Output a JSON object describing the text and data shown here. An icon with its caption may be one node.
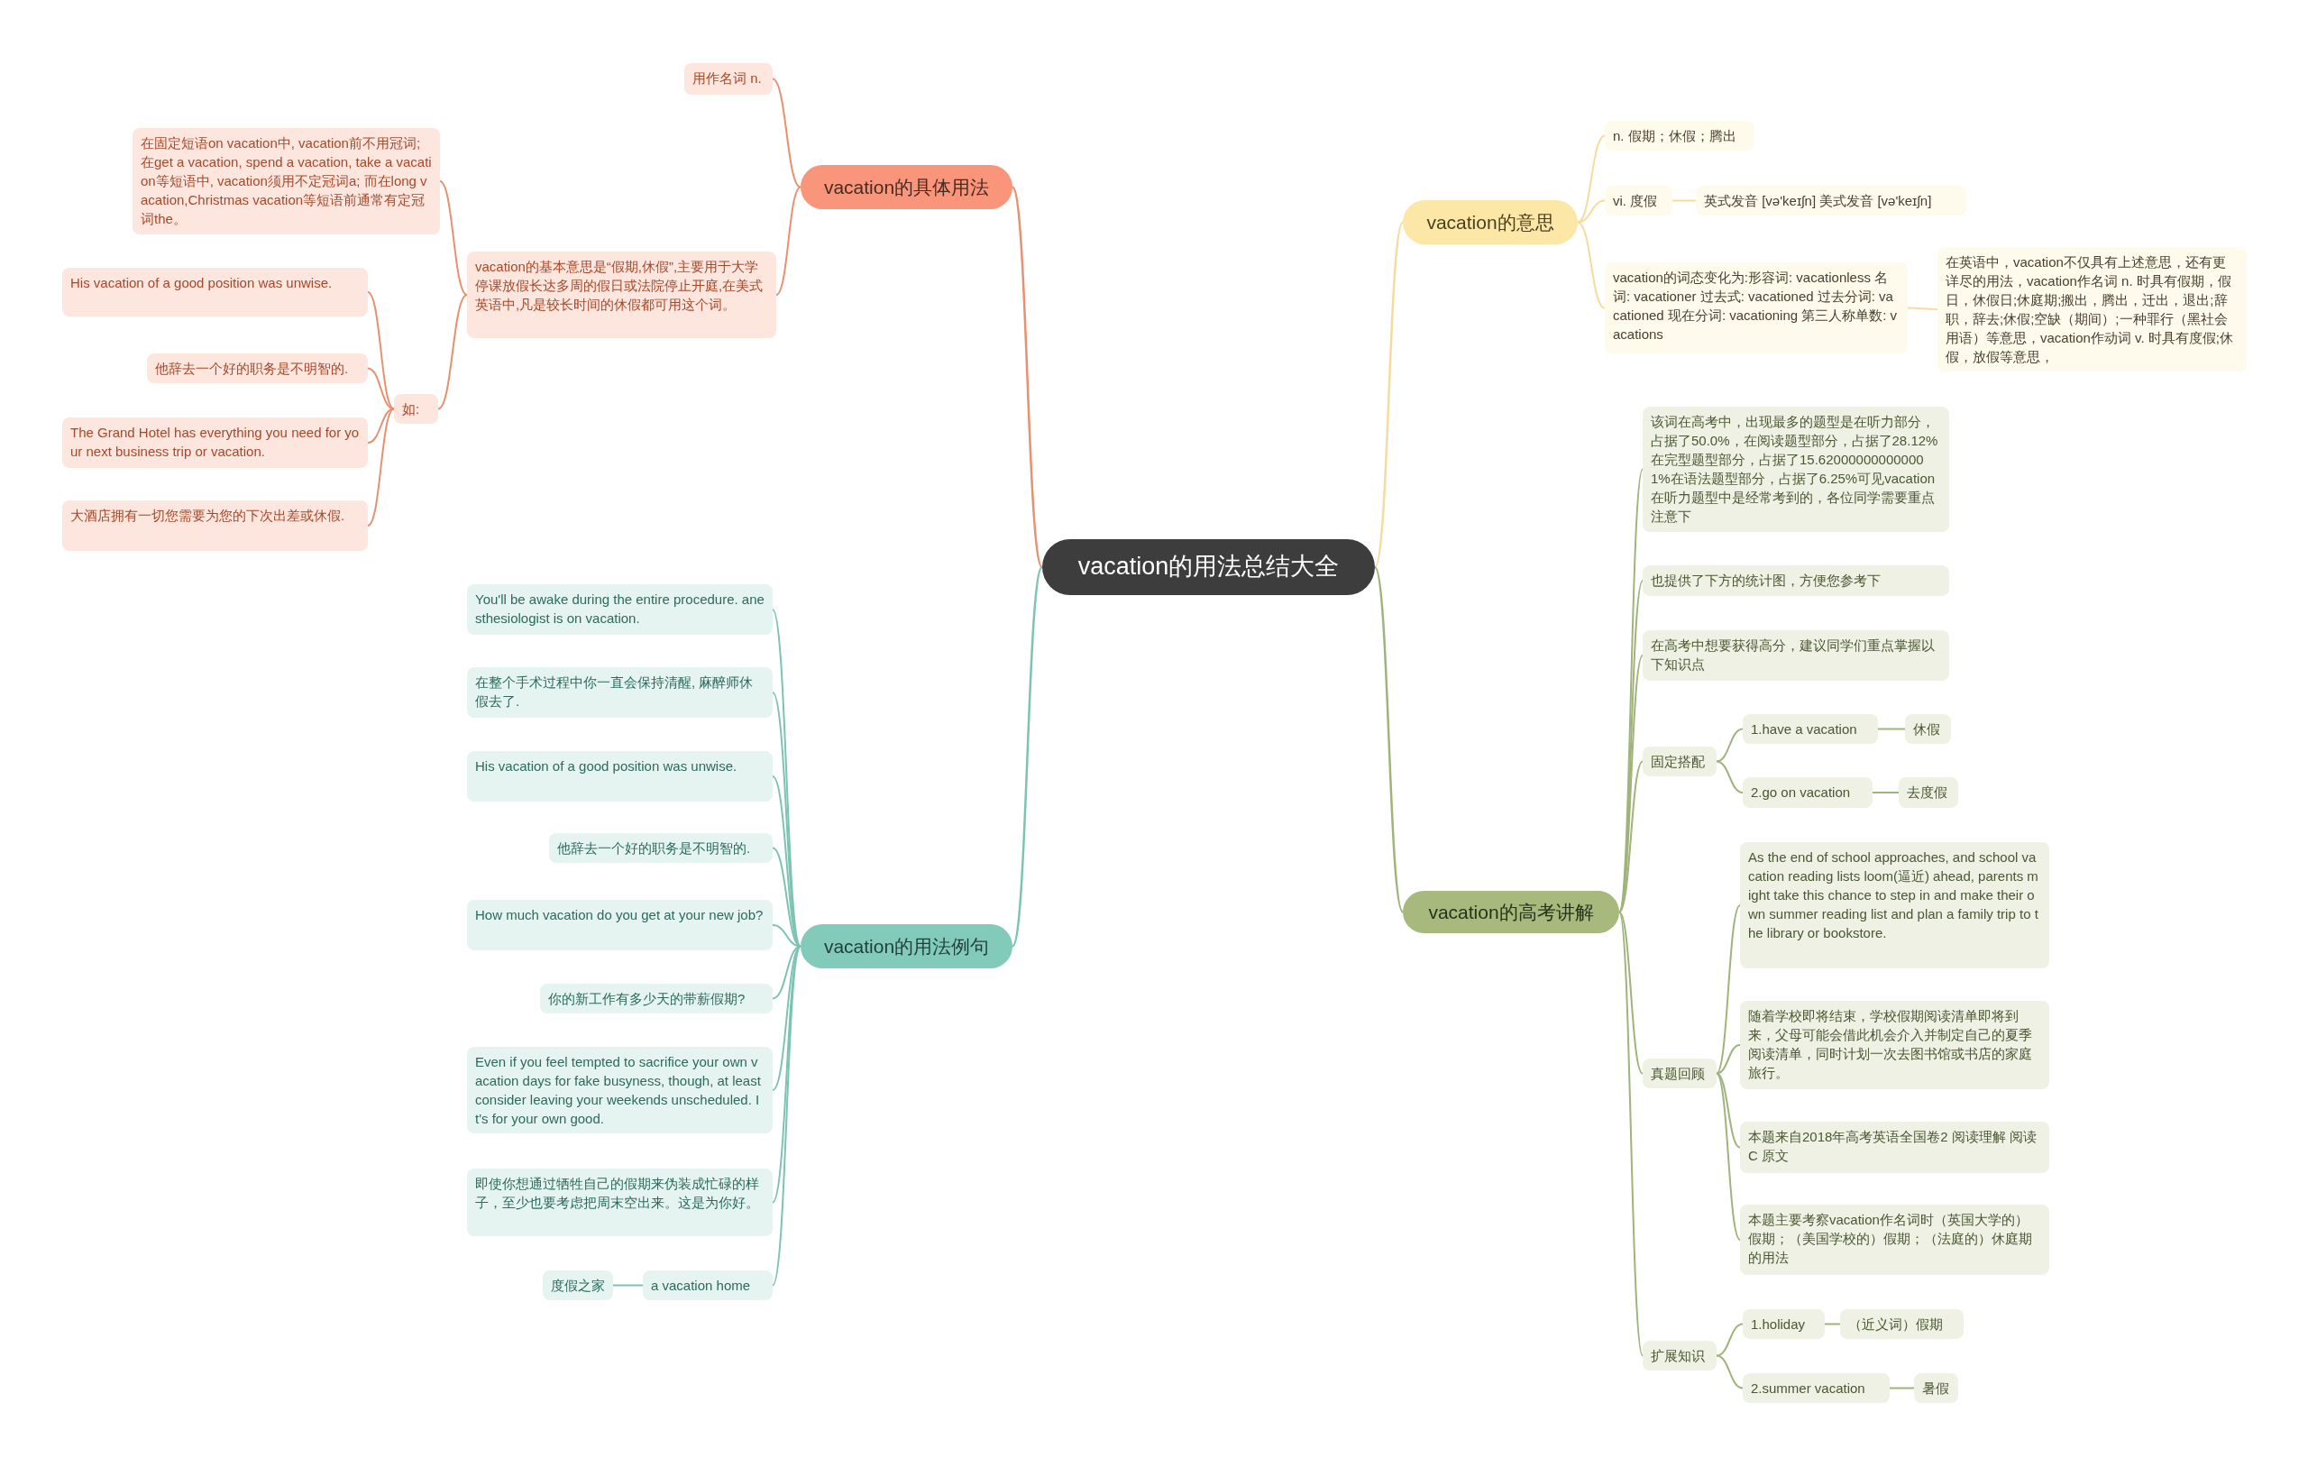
{
  "diagram": {
    "nodes": [
      {
        "text": [
          "vacation的用法总结大全"
        ]
      },
      {
        "text": [
          "vacation的具体用法"
        ]
      },
      {
        "text": [
          "用作名词 n."
        ]
      },
      {
        "text": [
          "vacation的基本意思是“假期,休假”,主要用于大学停课放假长达多周的假日或法院停止开庭,在美式英语中,凡是较长时间的休假都可用这个词。"
        ]
      },
      {
        "text": [
          "在固定短语on vacation中, vacation前不用冠词; 在get a vacation, spend a vacation, take a vacation等短语中, vacation须用不定冠词a; 而在long vacation,Christmas vacation等短语前通常有定冠词the。"
        ]
      },
      {
        "text": [
          "如:"
        ]
      },
      {
        "text": [
          "His vacation of a good position was unwise."
        ]
      },
      {
        "text": [
          "他辞去一个好的职务是不明智的."
        ]
      },
      {
        "text": [
          "The Grand Hotel has everything you need for your next business trip or vacation."
        ]
      },
      {
        "text": [
          "大酒店拥有一切您需要为您的下次出差或休假."
        ]
      },
      {
        "text": [
          "vacation的意思"
        ]
      },
      {
        "text": [
          "n. 假期；休假；腾出"
        ]
      },
      {
        "text": [
          "vi. 度假"
        ]
      },
      {
        "text": [
          "英式发音 [və'keɪʃn] 美式发音 [və'keɪʃn]"
        ]
      },
      {
        "text": [
          "vacation的词态变化为:形容词: vacationless 名词: vacationer 过去式: vacationed 过去分词: vacationed 现在分词: vacationing 第三人称单数: vacations"
        ]
      },
      {
        "text": [
          "在英语中，vacation不仅具有上述意思，还有更详尽的用法，vacation作名词 n. 时具有假期，假日，休假日;休庭期;搬出，腾出，迁出，退出;辞职，辞去;休假;空缺（期间）;一种罪行（黑社会用语）等意思，vacation作动词 v. 时具有度假;休假，放假等意思，"
        ]
      },
      {
        "text": [
          "vacation的高考讲解"
        ]
      },
      {
        "text": [
          "该词在高考中，出现最多的题型是在听力部分，占据了50.0%，在阅读题型部分，占据了28.12%在完型题型部分，占据了15.620000000000001%在语法题型部分，占据了6.25%可见vacation在听力题型中是经常考到的，各位同学需要重点注意下"
        ]
      },
      {
        "text": [
          "也提供了下方的统计图，方便您参考下"
        ]
      },
      {
        "text": [
          "在高考中想要获得高分，建议同学们重点掌握以下知识点"
        ]
      },
      {
        "text": [
          "固定搭配"
        ]
      },
      {
        "text": [
          "1.have a vacation"
        ]
      },
      {
        "text": [
          "休假"
        ]
      },
      {
        "text": [
          "2.go on vacation"
        ]
      },
      {
        "text": [
          "去度假"
        ]
      },
      {
        "text": [
          "真题回顾"
        ]
      },
      {
        "text": [
          "As the end of school approaches, and school vacation reading lists loom(逼近) ahead, parents might take this chance to step in and make their own summer reading list and plan a family trip to the library or bookstore."
        ]
      },
      {
        "text": [
          "随着学校即将结束，学校假期阅读清单即将到来，父母可能会借此机会介入并制定自己的夏季阅读清单，同时计划一次去图书馆或书店的家庭旅行。"
        ]
      },
      {
        "text": [
          "本题来自2018年高考英语全国卷2 阅读理解 阅读C 原文"
        ]
      },
      {
        "text": [
          "本题主要考察vacation作名词时（英国大学的）假期；（美国学校的）假期；（法庭的）休庭期的用法"
        ]
      },
      {
        "text": [
          "扩展知识"
        ]
      },
      {
        "text": [
          "1.holiday"
        ]
      },
      {
        "text": [
          "（近义词）假期"
        ]
      },
      {
        "text": [
          "2.summer vacation"
        ]
      },
      {
        "text": [
          "暑假"
        ]
      },
      {
        "text": [
          "vacation的用法例句"
        ]
      },
      {
        "text": [
          "You'll be awake during the entire procedure. anesthesiologist is on vacation."
        ]
      },
      {
        "text": [
          "在整个手术过程中你一直会保持清醒, 麻醉师休假去了."
        ]
      },
      {
        "text": [
          "His vacation of a good position was unwise."
        ]
      },
      {
        "text": [
          "他辞去一个好的职务是不明智的."
        ]
      },
      {
        "text": [
          "How much vacation do you get at your new job?"
        ]
      },
      {
        "text": [
          "你的新工作有多少天的带薪假期?"
        ]
      },
      {
        "text": [
          "Even if you feel tempted to sacrifice your own vacation days for fake busyness, though, at least consider leaving your weekends unscheduled. It's for your own good."
        ]
      },
      {
        "text": [
          "即使你想通过牺牲自己的假期来伪装成忙碌的样子，至少也要考虑把周末空出来。这是为你好。"
        ]
      },
      {
        "text": [
          "a vacation home"
        ]
      },
      {
        "text": [
          "度假之家"
        ]
      }
    ],
    "edges": [
      {
        "from": 0,
        "to": 1,
        "arrow": "none"
      },
      {
        "from": 0,
        "to": 10,
        "arrow": "none"
      },
      {
        "from": 0,
        "to": 16,
        "arrow": "none"
      },
      {
        "from": 0,
        "to": 35,
        "arrow": "none"
      },
      {
        "from": 1,
        "to": 2,
        "arrow": "none"
      },
      {
        "from": 1,
        "to": 3,
        "arrow": "none"
      },
      {
        "from": 3,
        "to": 4,
        "arrow": "none"
      },
      {
        "from": 3,
        "to": 5,
        "arrow": "none"
      },
      {
        "from": 5,
        "to": 6,
        "arrow": "none"
      },
      {
        "from": 5,
        "to": 7,
        "arrow": "none"
      },
      {
        "from": 5,
        "to": 8,
        "arrow": "none"
      },
      {
        "from": 5,
        "to": 9,
        "arrow": "none"
      },
      {
        "from": 10,
        "to": 11,
        "arrow": "none"
      },
      {
        "from": 10,
        "to": 12,
        "arrow": "none"
      },
      {
        "from": 10,
        "to": 14,
        "arrow": "none"
      },
      {
        "from": 12,
        "to": 13,
        "arrow": "none"
      },
      {
        "from": 14,
        "to": 15,
        "arrow": "none"
      },
      {
        "from": 16,
        "to": 17,
        "arrow": "none"
      },
      {
        "from": 16,
        "to": 18,
        "arrow": "none"
      },
      {
        "from": 16,
        "to": 19,
        "arrow": "none"
      },
      {
        "from": 16,
        "to": 20,
        "arrow": "none"
      },
      {
        "from": 16,
        "to": 25,
        "arrow": "none"
      },
      {
        "from": 16,
        "to": 30,
        "arrow": "none"
      },
      {
        "from": 20,
        "to": 21,
        "arrow": "none"
      },
      {
        "from": 20,
        "to": 23,
        "arrow": "none"
      },
      {
        "from": 21,
        "to": 22,
        "arrow": "none"
      },
      {
        "from": 23,
        "to": 24,
        "arrow": "none"
      },
      {
        "from": 25,
        "to": 26,
        "arrow": "none"
      },
      {
        "from": 25,
        "to": 27,
        "arrow": "none"
      },
      {
        "from": 25,
        "to": 28,
        "arrow": "none"
      },
      {
        "from": 25,
        "to": 29,
        "arrow": "none"
      },
      {
        "from": 30,
        "to": 31,
        "arrow": "none"
      },
      {
        "from": 30,
        "to": 33,
        "arrow": "none"
      },
      {
        "from": 31,
        "to": 32,
        "arrow": "none"
      },
      {
        "from": 33,
        "to": 34,
        "arrow": "none"
      },
      {
        "from": 35,
        "to": 36,
        "arrow": "none"
      },
      {
        "from": 35,
        "to": 37,
        "arrow": "none"
      },
      {
        "from": 35,
        "to": 38,
        "arrow": "none"
      },
      {
        "from": 35,
        "to": 39,
        "arrow": "none"
      },
      {
        "from": 35,
        "to": 40,
        "arrow": "none"
      },
      {
        "from": 35,
        "to": 41,
        "arrow": "none"
      },
      {
        "from": 35,
        "to": 42,
        "arrow": "none"
      },
      {
        "from": 35,
        "to": 43,
        "arrow": "none"
      },
      {
        "from": 35,
        "to": 44,
        "arrow": "none"
      },
      {
        "from": 44,
        "to": 45,
        "arrow": "none"
      }
    ]
  }
}
